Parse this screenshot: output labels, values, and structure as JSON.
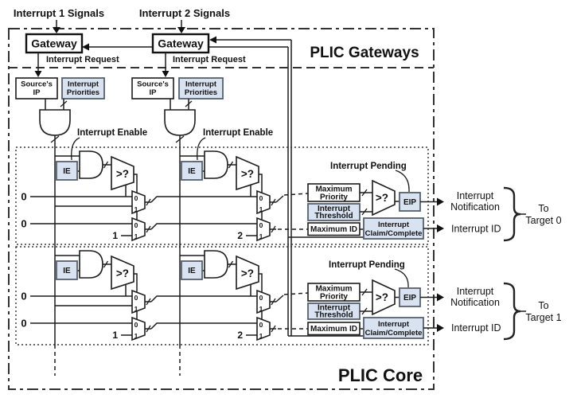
{
  "colors": {
    "box-blue": "#d9e2f0",
    "box-blue-border": "#55606e",
    "line": "#1c1c1c"
  },
  "labels": {
    "interrupt1_signals": "Interrupt 1 Signals",
    "interrupt2_signals": "Interrupt 2 Signals",
    "gateway": "Gateway",
    "interrupt_request": "Interrupt Request",
    "plic_gateways": "PLIC Gateways",
    "plic_core": "PLIC Core",
    "sources_ip_l1": "Source's",
    "sources_ip_l2": "IP",
    "interrupt_priorities_l1": "Interrupt",
    "interrupt_priorities_l2": "Priorities",
    "interrupt_enable": "Interrupt Enable",
    "ie": "IE",
    "comparator": ">?",
    "val0": "0",
    "val1": "1",
    "val2": "2",
    "interrupt_pending": "Interrupt Pending",
    "maximum_priority_l1": "Maximum",
    "maximum_priority_l2": "Priority",
    "interrupt_threshold_l1": "Interrupt",
    "interrupt_threshold_l2": "Threshold",
    "maximum_id": "Maximum ID",
    "eip": "EIP",
    "claim_l1": "Interrupt",
    "claim_l2": "Claim/Complete",
    "interrupt_notification_l1": "Interrupt",
    "interrupt_notification_l2": "Notification",
    "interrupt_id": "Interrupt ID",
    "to": "To",
    "target0": "Target 0",
    "target1": "Target 1"
  }
}
